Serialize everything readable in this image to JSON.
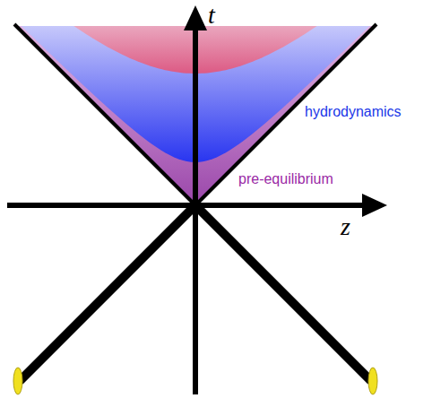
{
  "diagram": {
    "labels": [
      "t",
      "z",
      "hydrodynamics",
      "pre-equilibrium"
    ]
  }
}
